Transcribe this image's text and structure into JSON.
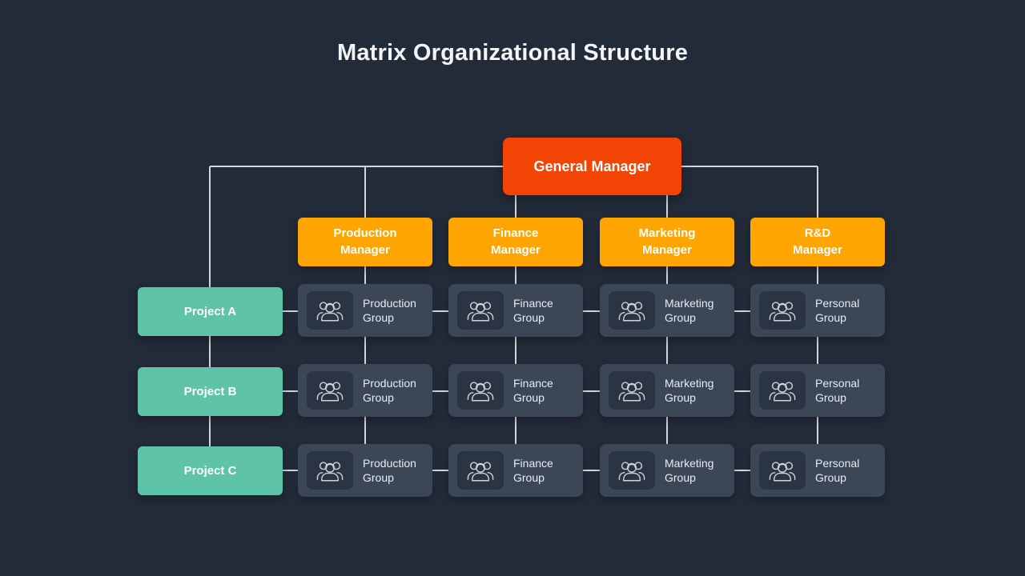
{
  "title": "Matrix Organizational Structure",
  "general_manager": {
    "label": "General Manager"
  },
  "managers": [
    {
      "label": "Production\nManager"
    },
    {
      "label": "Finance\nManager"
    },
    {
      "label": "Marketing\nManager"
    },
    {
      "label": "R&D\nManager"
    }
  ],
  "rows": [
    {
      "project": "Project A",
      "groups": [
        {
          "icon": "people-group-icon",
          "label": "Production Group"
        },
        {
          "icon": "people-group-icon",
          "label": "Finance Group"
        },
        {
          "icon": "people-group-icon",
          "label": "Marketing Group"
        },
        {
          "icon": "people-group-icon",
          "label": "Personal Group"
        }
      ]
    },
    {
      "project": "Project B",
      "groups": [
        {
          "icon": "people-group-icon",
          "label": "Production Group"
        },
        {
          "icon": "people-group-icon",
          "label": "Finance Group"
        },
        {
          "icon": "people-group-icon",
          "label": "Marketing Group"
        },
        {
          "icon": "people-group-icon",
          "label": "Personal Group"
        }
      ]
    },
    {
      "project": "Project C",
      "groups": [
        {
          "icon": "people-group-icon",
          "label": "Production Group"
        },
        {
          "icon": "people-group-icon",
          "label": "Finance Group"
        },
        {
          "icon": "people-group-icon",
          "label": "Marketing Group"
        },
        {
          "icon": "people-group-icon",
          "label": "Personal Group"
        }
      ]
    }
  ],
  "colors": {
    "background": "#232B39",
    "general_manager": "#F24405",
    "functional_manager": "#FFA502",
    "project": "#5FC4A7",
    "group_box": "#3B4657",
    "icon_tile": "#2A3442",
    "connector": "#D3D7DB"
  }
}
